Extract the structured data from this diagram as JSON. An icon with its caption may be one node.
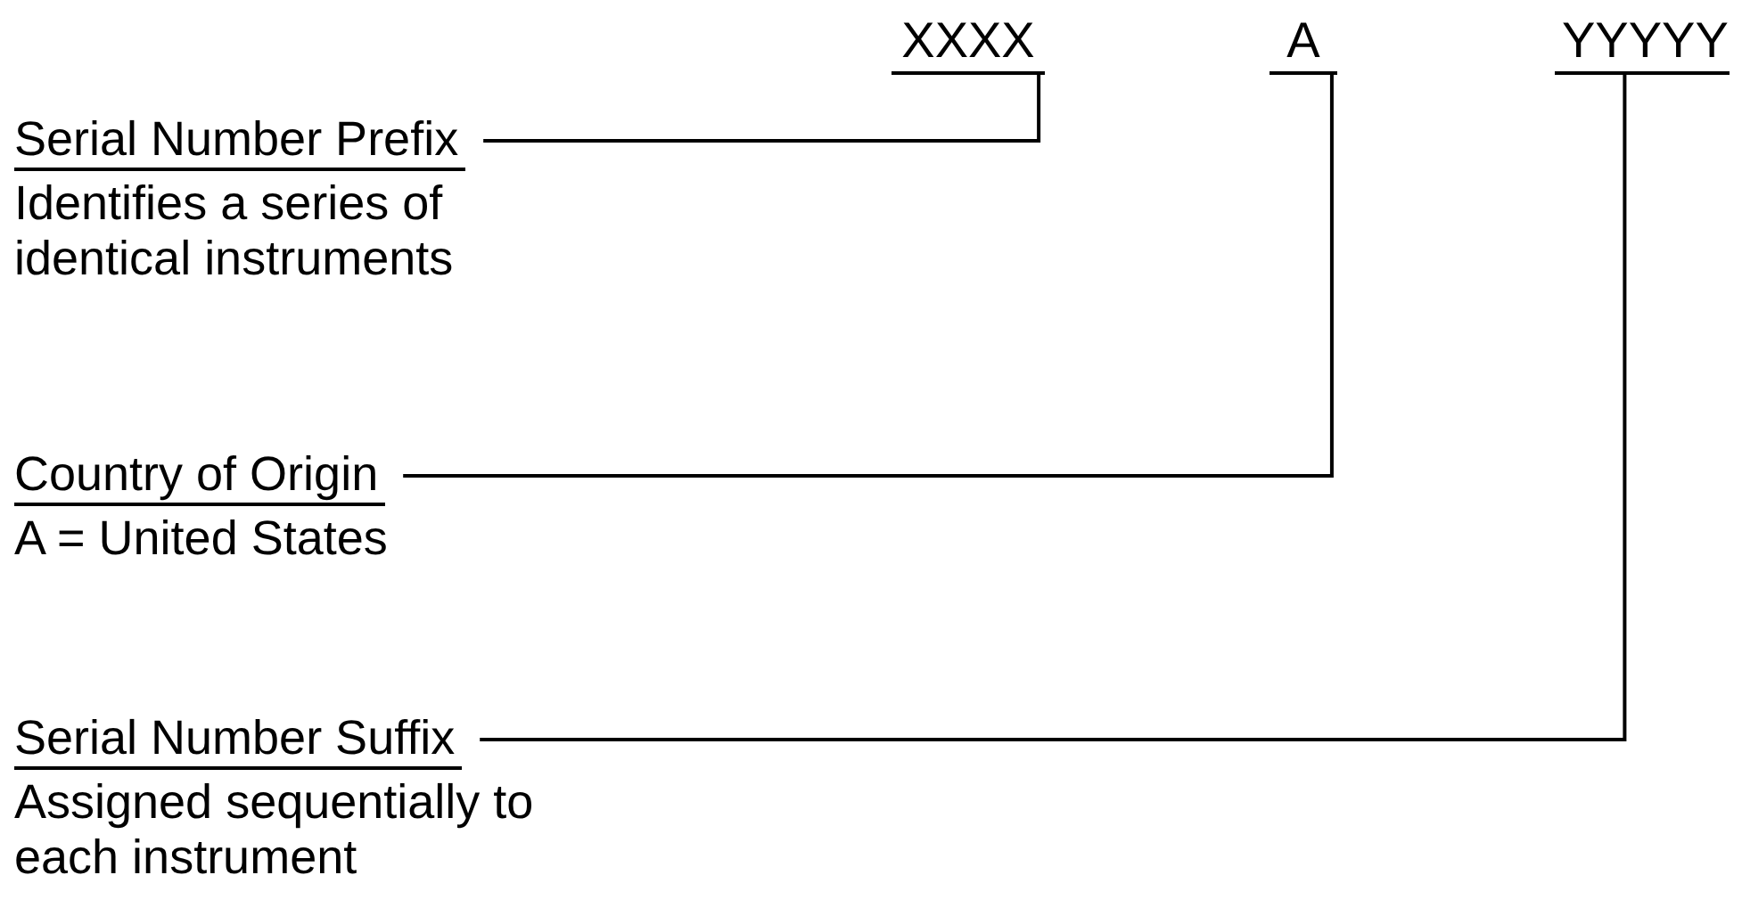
{
  "diagram": {
    "nodes": [
      {
        "text": [
          "XXXX"
        ]
      },
      {
        "text": [
          "A"
        ]
      },
      {
        "text": [
          "YYYYY"
        ]
      },
      {
        "text": [
          "Serial Number Prefix",
          "Identifies a series of identical instruments"
        ]
      },
      {
        "text": [
          "Country of Origin",
          "A = United States"
        ]
      },
      {
        "text": [
          "Serial Number Suffix",
          "Assigned sequentially to each instrument"
        ]
      }
    ],
    "edges": [
      {
        "from": 3,
        "to": 0,
        "arrow": "none"
      },
      {
        "from": 4,
        "to": 1,
        "arrow": "none"
      },
      {
        "from": 5,
        "to": 2,
        "arrow": "none"
      }
    ]
  }
}
